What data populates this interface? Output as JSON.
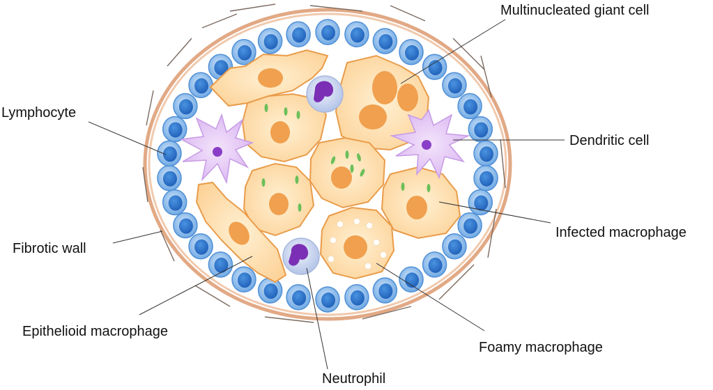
{
  "labels": {
    "multinucleated_giant_cell": "Multinucleated giant cell",
    "lymphocyte": "Lymphocyte",
    "dendritic_cell": "Dendritic cell",
    "infected_macrophage": "Infected macrophage",
    "fibrotic_wall": "Fibrotic wall",
    "epithelioid_macrophage": "Epithelioid macrophage",
    "foamy_macrophage": "Foamy macrophage",
    "neutrophil": "Neutrophil"
  },
  "colors": {
    "macrophage_fill": "#fcd7a0",
    "macrophage_edge": "#e8a04c",
    "nucleus": "#f0a04e",
    "lymphocyte_outer": "#7db4ea",
    "lymphocyte_inner": "#2f78cf",
    "dendritic_fill": "#e4c8f4",
    "dendritic_nucleus": "#8a3ec8",
    "neutrophil_body": "#c9d6f0",
    "neutrophil_nucleus": "#7a2fb4",
    "bacteria": "#6bbf59",
    "fibrotic_wall": "#e6b08e",
    "leader_line": "#333333"
  }
}
